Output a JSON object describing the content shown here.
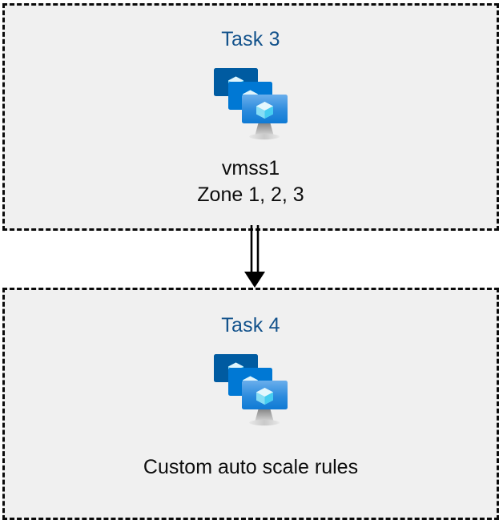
{
  "diagram": {
    "type": "flow",
    "background_color": "#ffffff",
    "box_fill_color": "#f0f0f0",
    "box_border_color": "#0a0a0a",
    "box_border_style": "dashed",
    "heading_color": "#14538c",
    "caption_color": "#0d0d0d",
    "connector_color": "#000000"
  },
  "nodes": [
    {
      "id": "task3",
      "heading": "Task 3",
      "icon": "azure-vm-scale-set-icon",
      "captions": [
        "vmss1",
        "Zone 1, 2, 3"
      ]
    },
    {
      "id": "task4",
      "heading": "Task 4",
      "icon": "azure-vm-scale-set-icon",
      "captions": [
        "Custom auto scale rules"
      ]
    }
  ],
  "connectors": [
    {
      "id": "task3-to-task4",
      "from": "task3",
      "to": "task4",
      "style": "double-line-arrow",
      "direction": "down"
    }
  ],
  "icon_colors": {
    "monitor_back": "#005ba1",
    "monitor_middle": "#0078d4",
    "monitor_front_top": "#5ea5e8",
    "monitor_front_bottom": "#0f7ad4",
    "cube_light": "#d7f2fb",
    "cube_mid": "#86e0f7",
    "cube_dark": "#32c8ef",
    "stand_top": "#8e8e8e",
    "stand_base": "#d6d6d6"
  }
}
